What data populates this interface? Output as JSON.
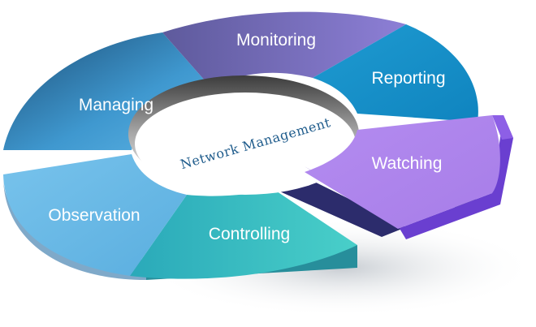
{
  "diagram": {
    "center_label": "Network Management",
    "segments": [
      {
        "id": "monitoring",
        "label": "Monitoring",
        "color": "#7b6bc2"
      },
      {
        "id": "reporting",
        "label": "Reporting",
        "color": "#1d9bd0"
      },
      {
        "id": "watching",
        "label": "Watching",
        "color": "#b48cf0"
      },
      {
        "id": "controlling",
        "label": "Controlling",
        "color": "#3cc4c4"
      },
      {
        "id": "observation",
        "label": "Observation",
        "color": "#6cb8e6"
      },
      {
        "id": "managing",
        "label": "Managing",
        "color": "#2d7fb8"
      }
    ]
  }
}
